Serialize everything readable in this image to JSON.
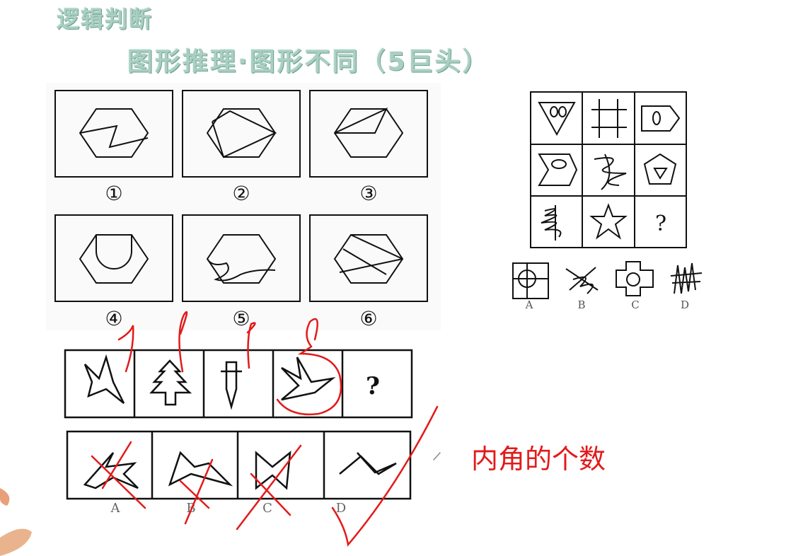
{
  "slide": {
    "title": "逻辑判断",
    "subtitle": "图形推理·图形不同（5巨头）",
    "note": "内角的个数"
  },
  "puzzle1": {
    "labels": [
      "①",
      "②",
      "③",
      "④",
      "⑤",
      "⑥"
    ]
  },
  "puzzle2": {
    "question_mark": "?",
    "options": [
      "A",
      "B",
      "C",
      "D"
    ]
  },
  "puzzle3": {
    "question_mark": "?",
    "options": [
      "A",
      "B",
      "C",
      "D"
    ]
  },
  "annotations": {
    "counts": [
      "1",
      "1",
      "1",
      "5"
    ],
    "ink_color": "#e31a1a"
  },
  "colors": {
    "title": "#a8cfc2",
    "accent": "#e31a1a",
    "line": "#111111"
  }
}
